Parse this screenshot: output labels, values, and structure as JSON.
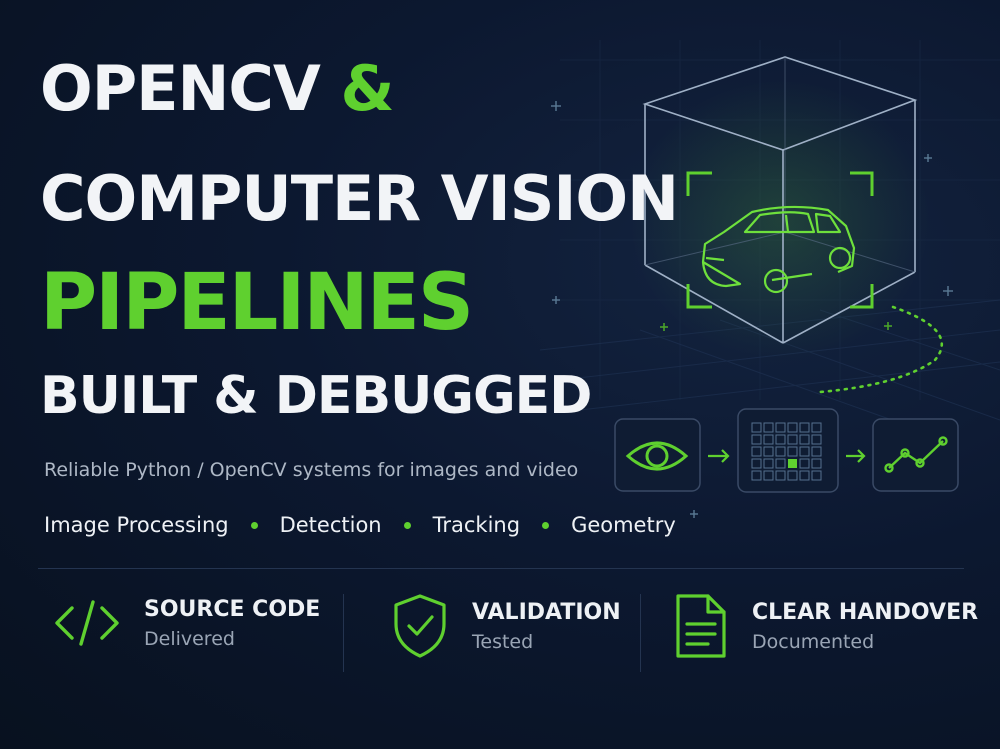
{
  "headline": {
    "line1_text": "OPENCV",
    "line1_amp": "&",
    "line2": "COMPUTER VISION",
    "line3": "PIPELINES",
    "line4": "BUILT & DEBUGGED"
  },
  "subtitle": "Reliable Python / OpenCV systems for images and video",
  "tags": [
    "Image Processing",
    "Detection",
    "Tracking",
    "Geometry"
  ],
  "features": [
    {
      "title": "SOURCE CODE",
      "subtitle": "Delivered",
      "icon": "code-icon"
    },
    {
      "title": "VALIDATION",
      "subtitle": "Tested",
      "icon": "shield-check-icon"
    },
    {
      "title": "CLEAR HANDOVER",
      "subtitle": "Documented",
      "icon": "document-icon"
    }
  ],
  "colors": {
    "background": "#0c1830",
    "accent": "#5fd02f",
    "text": "#eef1f5",
    "muted": "#9aa5b5"
  }
}
